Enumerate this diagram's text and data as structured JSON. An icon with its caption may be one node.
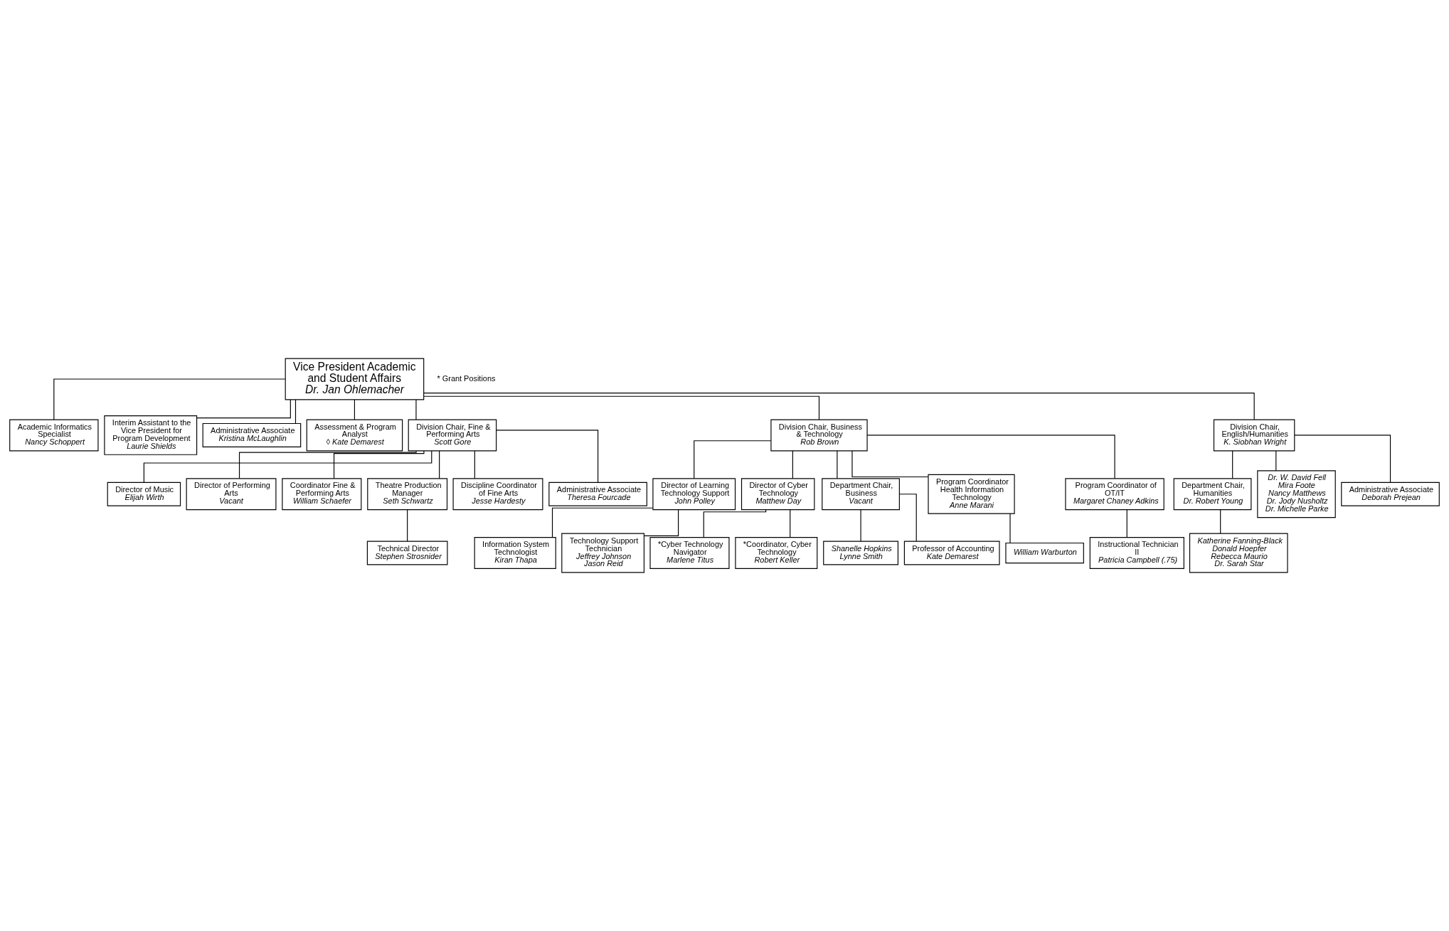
{
  "diagram": {
    "nodes": [
      {
        "text": [
          "Vice President Academic and Student Affairs",
          "Dr. Jan Ohlemacher"
        ]
      },
      {
        "text": [
          "Academic Informatics Specialist",
          "Nancy Schoppert"
        ]
      },
      {
        "text": [
          "Interim Assistant to the Vice President for Program Development",
          "Laurie Shields"
        ]
      },
      {
        "text": [
          "Administrative Associate",
          "Kristina McLaughlin"
        ]
      },
      {
        "text": [
          "Assessment & Program Analyst",
          "◊ Kate Demarest"
        ]
      },
      {
        "text": [
          "Division Chair, Fine & Performing Arts",
          "Scott Gore"
        ]
      },
      {
        "text": [
          "Division Chair, Business & Technology",
          "Rob Brown"
        ]
      },
      {
        "text": [
          "Division Chair, English/Humanities",
          "K. Siobhan Wright"
        ]
      },
      {
        "text": [
          "Director of Music",
          "Elijah Wirth"
        ]
      },
      {
        "text": [
          "Director of Performing Arts",
          "Vacant"
        ]
      },
      {
        "text": [
          "Coordinator Fine & Performing Arts",
          "William Schaefer"
        ]
      },
      {
        "text": [
          "Theatre Production Manager",
          "Seth Schwartz"
        ]
      },
      {
        "text": [
          "Technical Director",
          "Stephen Strosnider"
        ]
      },
      {
        "text": [
          "Discipline Coordinator of Fine Arts",
          "Jesse Hardesty"
        ]
      },
      {
        "text": [
          "Administrative Associate",
          "Theresa Fourcade"
        ]
      },
      {
        "text": [
          "Director of Learning Technology Support",
          "John Polley"
        ]
      },
      {
        "text": [
          "Director of Cyber Technology",
          "Matthew Day"
        ]
      },
      {
        "text": [
          "Department Chair, Business",
          "Vacant"
        ]
      },
      {
        "text": [
          "Information System Technologist",
          "Kiran Thapa"
        ]
      },
      {
        "text": [
          "Technology Support Technician",
          "Jeffrey Johnson",
          "Jason Reid"
        ]
      },
      {
        "text": [
          "*Cyber Technology Navigator",
          "Marlene Titus"
        ]
      },
      {
        "text": [
          "*Coordinator, Cyber Technology",
          "Robert Keller"
        ]
      },
      {
        "text": [
          "Shanelle Hopkins",
          "Lynne Smith"
        ]
      },
      {
        "text": [
          "Professor of Accounting",
          "Kate Demarest"
        ]
      },
      {
        "text": [
          "William Warburton"
        ]
      },
      {
        "text": [
          "Program Coordinator Health Information Technology",
          "Anne Marani"
        ]
      },
      {
        "text": [
          "Program Coordinator of OT/IT",
          "Margaret Chaney Adkins"
        ]
      },
      {
        "text": [
          "Instructional Technician II",
          "Patricia Campbell (.75)"
        ]
      },
      {
        "text": [
          "Department Chair, Humanities",
          "Dr. Robert Young"
        ]
      },
      {
        "text": [
          "Katherine Fanning-Black",
          "Donald Hoepfer",
          "Rebecca Maurio",
          "Dr. Sarah Star"
        ]
      },
      {
        "text": [
          "Dr. W. David Fell",
          "Mira Foote",
          "Nancy Matthews",
          "Dr. Jody Nusholtz",
          "Dr. Michelle Parke"
        ]
      },
      {
        "text": [
          "Administrative Associate",
          "Deborah Prejean"
        ]
      }
    ],
    "edges": [
      {
        "from": 0,
        "to": 1,
        "arrow": "none"
      },
      {
        "from": 0,
        "to": 2,
        "arrow": "none"
      },
      {
        "from": 0,
        "to": 3,
        "arrow": "none"
      },
      {
        "from": 0,
        "to": 4,
        "arrow": "none"
      },
      {
        "from": 0,
        "to": 5,
        "arrow": "none"
      },
      {
        "from": 0,
        "to": 6,
        "arrow": "none"
      },
      {
        "from": 0,
        "to": 7,
        "arrow": "none"
      },
      {
        "from": 5,
        "to": 8,
        "arrow": "none"
      },
      {
        "from": 5,
        "to": 9,
        "arrow": "none"
      },
      {
        "from": 5,
        "to": 10,
        "arrow": "none"
      },
      {
        "from": 5,
        "to": 11,
        "arrow": "none"
      },
      {
        "from": 11,
        "to": 12,
        "arrow": "none"
      },
      {
        "from": 5,
        "to": 13,
        "arrow": "none"
      },
      {
        "from": 5,
        "to": 14,
        "arrow": "none"
      },
      {
        "from": 6,
        "to": 15,
        "arrow": "none"
      },
      {
        "from": 6,
        "to": 16,
        "arrow": "none"
      },
      {
        "from": 6,
        "to": 17,
        "arrow": "none"
      },
      {
        "from": 15,
        "to": 18,
        "arrow": "none"
      },
      {
        "from": 15,
        "to": 19,
        "arrow": "none"
      },
      {
        "from": 16,
        "to": 20,
        "arrow": "none"
      },
      {
        "from": 16,
        "to": 21,
        "arrow": "none"
      },
      {
        "from": 17,
        "to": 22,
        "arrow": "none"
      },
      {
        "from": 17,
        "to": 23,
        "arrow": "none"
      },
      {
        "from": 6,
        "to": 25,
        "arrow": "none"
      },
      {
        "from": 25,
        "to": 24,
        "arrow": "none"
      },
      {
        "from": 6,
        "to": 26,
        "arrow": "none"
      },
      {
        "from": 26,
        "to": 27,
        "arrow": "none"
      },
      {
        "from": 7,
        "to": 28,
        "arrow": "none"
      },
      {
        "from": 28,
        "to": 29,
        "arrow": "none"
      },
      {
        "from": 7,
        "to": 30,
        "arrow": "none"
      },
      {
        "from": 7,
        "to": 31,
        "arrow": "none"
      }
    ],
    "labels": [
      "* Grant Positions"
    ]
  }
}
